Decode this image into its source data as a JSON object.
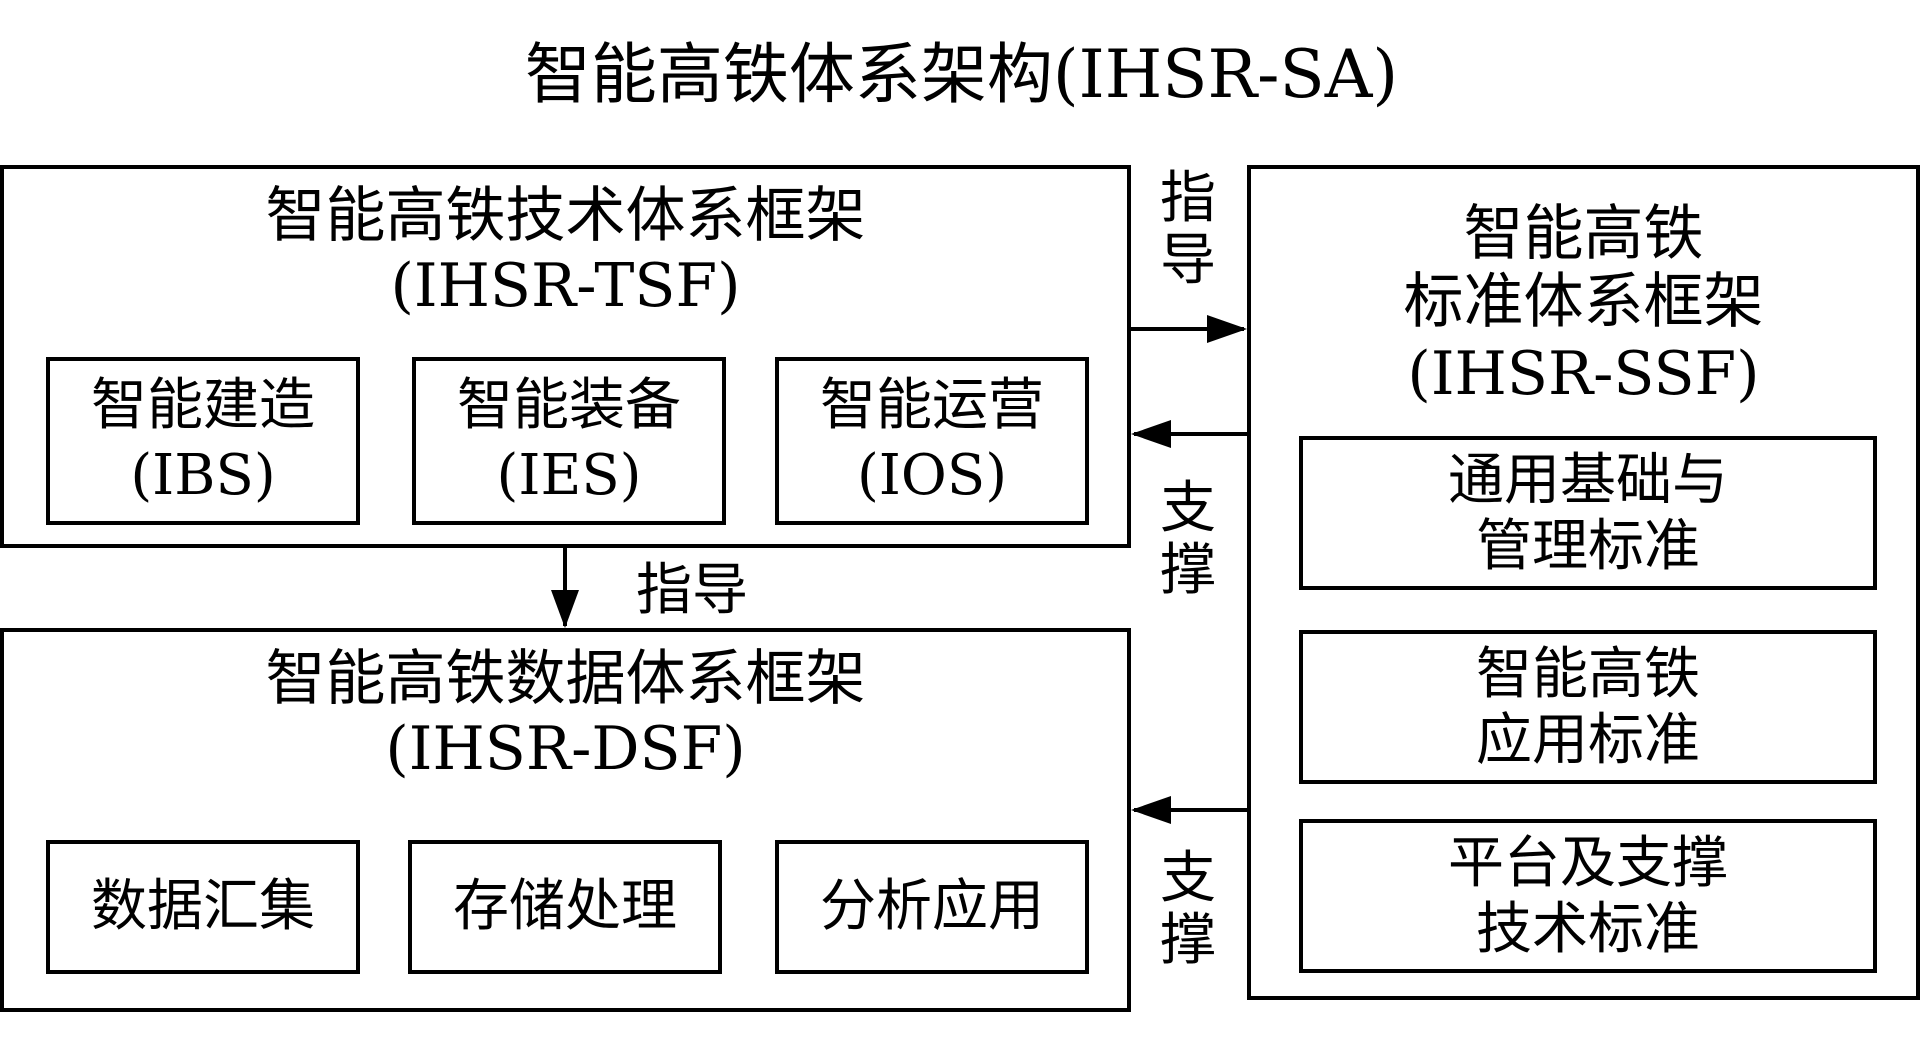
{
  "title": "智能高铁体系架构(IHSR-SA)",
  "tsf": {
    "name": "智能高铁技术体系框架",
    "abbr": "(IHSR-TSF)",
    "items": [
      {
        "name": "智能建造",
        "abbr": "(IBS)"
      },
      {
        "name": "智能装备",
        "abbr": "(IES)"
      },
      {
        "name": "智能运营",
        "abbr": "(IOS)"
      }
    ]
  },
  "dsf": {
    "name": "智能高铁数据体系框架",
    "abbr": "(IHSR-DSF)",
    "items": [
      "数据汇集",
      "存储处理",
      "分析应用"
    ]
  },
  "ssf": {
    "name_line1": "智能高铁",
    "name_line2": "标准体系框架",
    "abbr": "(IHSR-SSF)",
    "items": [
      {
        "line1": "通用基础与",
        "line2": "管理标准"
      },
      {
        "line1": "智能高铁",
        "line2": "应用标准"
      },
      {
        "line1": "平台及支撑",
        "line2": "技术标准"
      }
    ]
  },
  "relations": {
    "guide_top": "指\n导",
    "support_top": "支\n撑",
    "guide_mid": "指导",
    "support_bottom": "支\n撑"
  }
}
